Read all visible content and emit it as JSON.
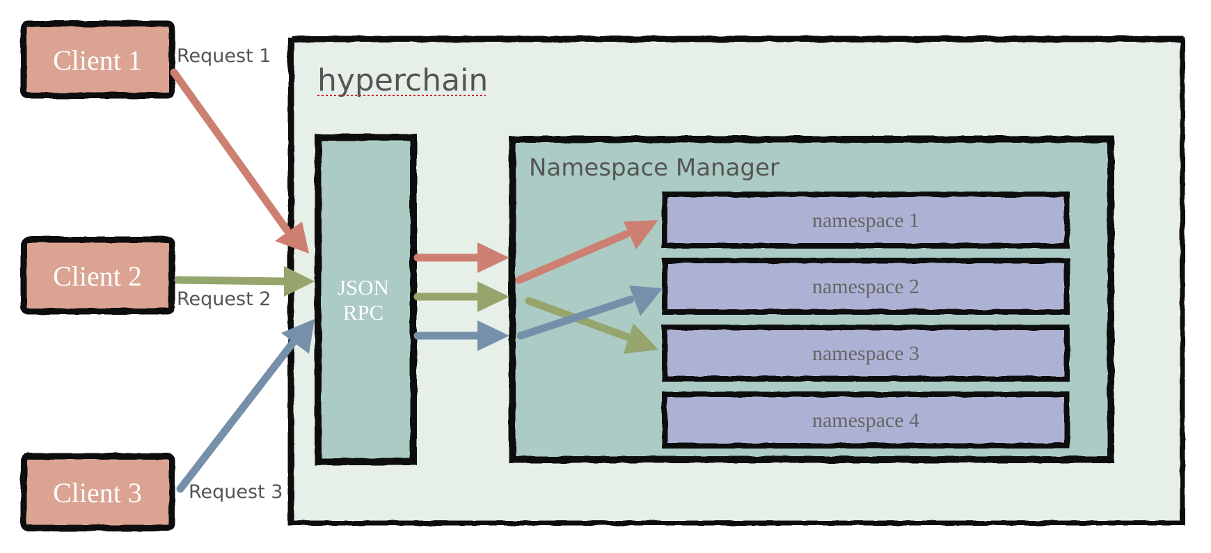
{
  "title": "hyperchain",
  "clients": [
    {
      "label": "Client 1",
      "request": "Request 1"
    },
    {
      "label": "Client 2",
      "request": "Request 2"
    },
    {
      "label": "Client 3",
      "request": "Request 3"
    }
  ],
  "rpc": {
    "line1": "JSON",
    "line2": "RPC"
  },
  "manager": {
    "title": "Namespace Manager"
  },
  "namespaces": [
    {
      "label": "namespace 1"
    },
    {
      "label": "namespace 2"
    },
    {
      "label": "namespace 3"
    },
    {
      "label": "namespace 4"
    }
  ],
  "colors": {
    "client_fill": "#dba392",
    "hyperchain_fill": "#e6f0e8",
    "rpc_fill": "#abcbc4",
    "namespace_fill": "#adb2d4",
    "red_arrow": "#cd7f71",
    "green_arrow": "#95a56c",
    "blue_arrow": "#7690aa",
    "label_text": "#555555"
  }
}
